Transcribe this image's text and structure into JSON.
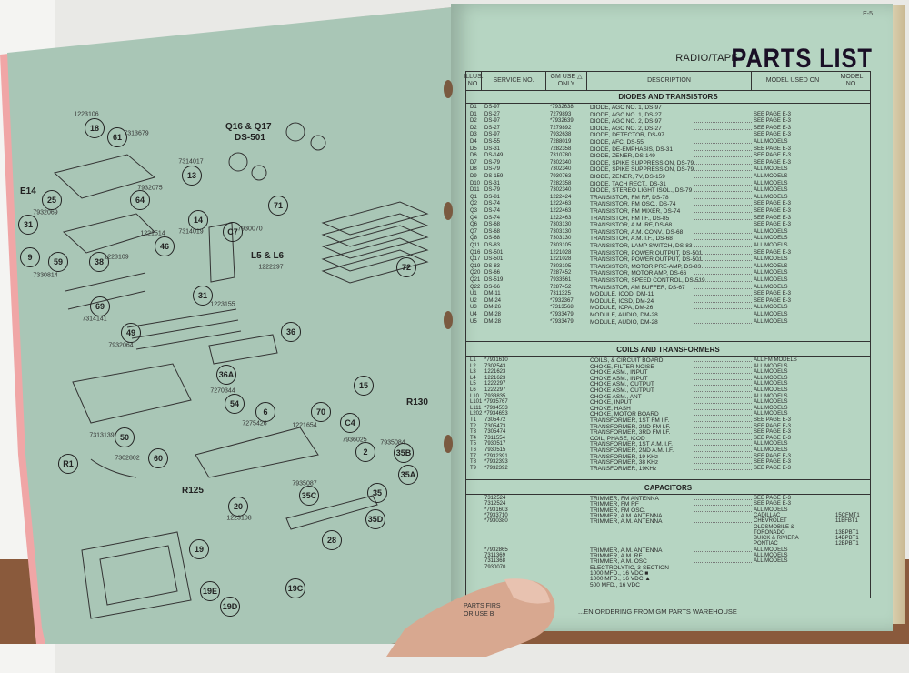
{
  "right_page": {
    "page_number": "E-5",
    "section": "RADIO/TAPE",
    "title": "PARTS LIST",
    "columns": [
      "ILLUS. NO.",
      "SERVICE NO.",
      "GM USE △ ONLY",
      "DESCRIPTION",
      "MODEL USED ON",
      "MODEL NO."
    ],
    "sections": [
      {
        "heading": "DIODES AND TRANSISTORS",
        "rows": [
          [
            "D1",
            "DS-97",
            "*7932638",
            "DIODE, AGC NO. 1, DS-97",
            "",
            ""
          ],
          [
            "D1",
            "DS-27",
            "7279893",
            "DIODE, AGC NO. 1, DS-27",
            "SEE PAGE E-3",
            ""
          ],
          [
            "D2",
            "DS-97",
            "*7932639",
            "DIODE, AGC NO. 2, DS-97",
            "SEE PAGE E-3",
            ""
          ],
          [
            "D2",
            "DS-27",
            "7279892",
            "DIODE, AGC NO. 2, DS-27",
            "SEE PAGE E-3",
            ""
          ],
          [
            "D3",
            "DS-97",
            "7932638",
            "DIODE, DETECTOR, DS-97",
            "SEE PAGE E-3",
            ""
          ],
          [
            "D4",
            "DS-55",
            "7288019",
            "DIODE, AFC, DS-55",
            "ALL MODELS",
            ""
          ],
          [
            "D5",
            "DS-31",
            "7282358",
            "DIODE, DE-EMPHASIS, DS-31",
            "SEE PAGE E-3",
            ""
          ],
          [
            "D6",
            "DS-149",
            "7310780",
            "DIODE, ZENER, DS-149",
            "SEE PAGE E-3",
            ""
          ],
          [
            "D7",
            "DS-79",
            "7302340",
            "DIODE, SPIKE SUPPRESSION, DS-79",
            "SEE PAGE E-3",
            ""
          ],
          [
            "D8",
            "DS-79",
            "7302340",
            "DIODE, SPIKE SUPPRESSION, DS-79",
            "ALL MODELS",
            ""
          ],
          [
            "D9",
            "DS-159",
            "7930763",
            "DIODE, ZENER, 7V, DS-159",
            "ALL MODELS",
            ""
          ],
          [
            "D10",
            "DS-31",
            "7282358",
            "DIODE, TACH RECT., DS-31",
            "ALL MODELS",
            ""
          ],
          [
            "D11",
            "DS-79",
            "7302340",
            "DIODE, STEREO LIGHT ISOL., DS-79",
            "ALL MODELS",
            ""
          ],
          [
            "Q1",
            "DS-81",
            "1222424",
            "TRANSISTOR, FM RF, DS-78",
            "ALL MODELS",
            ""
          ],
          [
            "Q2",
            "DS-74",
            "1222463",
            "TRANSISTOR, FM OSC., DS-74",
            "SEE PAGE E-3",
            ""
          ],
          [
            "Q3",
            "DS-74",
            "1222463",
            "TRANSISTOR, FM MIXER, DS-74",
            "SEE PAGE E-3",
            ""
          ],
          [
            "Q4",
            "DS-74",
            "1222463",
            "TRANSISTOR, FM I.F., DS-85",
            "SEE PAGE E-3",
            ""
          ],
          [
            "Q6",
            "DS-68",
            "7303130",
            "TRANSISTOR, A.M. RF, DS-68",
            "SEE PAGE E-3",
            ""
          ],
          [
            "Q7",
            "DS-68",
            "7303130",
            "TRANSISTOR, A.M. CONV., DS-68",
            "ALL MODELS",
            ""
          ],
          [
            "Q8",
            "DS-68",
            "7303130",
            "TRANSISTOR, A.M. I.F., DS-68",
            "ALL MODELS",
            ""
          ],
          [
            "Q11",
            "DS-83",
            "7303105",
            "TRANSISTOR, LAMP SWITCH, DS-83",
            "ALL MODELS",
            ""
          ],
          [
            "Q16",
            "DS-501",
            "1221028",
            "TRANSISTOR, POWER OUTPUT, DS-501",
            "SEE PAGE E-3",
            ""
          ],
          [
            "Q17",
            "DS-501",
            "1221028",
            "TRANSISTOR, POWER OUTPUT, DS-501",
            "ALL MODELS",
            ""
          ],
          [
            "Q19",
            "DS-83",
            "7303105",
            "TRANSISTOR, MOTOR PRE-AMP, DS-83",
            "ALL MODELS",
            ""
          ],
          [
            "Q20",
            "DS-66",
            "7287452",
            "TRANSISTOR, MOTOR AMP, DS-66",
            "ALL MODELS",
            ""
          ],
          [
            "Q21",
            "DS-519",
            "7933561",
            "TRANSISTOR, SPEED CONTROL, DS-519",
            "ALL MODELS",
            ""
          ],
          [
            "Q22",
            "DS-66",
            "7287452",
            "TRANSISTOR, AM BUFFER, DS-67",
            "ALL MODELS",
            ""
          ],
          [
            "U1",
            "DM-11",
            "7311325",
            "MODULE, ICOD, DM-11",
            "SEE PAGE E-3",
            ""
          ],
          [
            "U2",
            "DM-24",
            "*7932367",
            "MODULE, ICSD, DM-24",
            "SEE PAGE E-3",
            ""
          ],
          [
            "U3",
            "DM-26",
            "*7313568",
            "MODULE, ICPA, DM-26",
            "ALL MODELS",
            ""
          ],
          [
            "U4",
            "DM-28",
            "*7933479",
            "MODULE, AUDIO, DM-28",
            "ALL MODELS",
            ""
          ],
          [
            "U5",
            "DM-28",
            "*7933479",
            "MODULE, AUDIO, DM-28",
            "ALL MODELS",
            ""
          ]
        ]
      },
      {
        "heading": "COILS AND TRANSFORMERS",
        "rows": [
          [
            "L1",
            "*7931610",
            "",
            "COILS, & CIRCUIT BOARD",
            "ALL FM MODELS",
            ""
          ],
          [
            "L2",
            "7302543",
            "",
            "CHOKE, FILTER NOISE",
            "ALL MODELS",
            ""
          ],
          [
            "L3",
            "1221623",
            "",
            "CHOKE ASM., INPUT",
            "ALL MODELS",
            ""
          ],
          [
            "L4",
            "1221623",
            "",
            "CHOKE ASM., INPUT",
            "ALL MODELS",
            ""
          ],
          [
            "L5",
            "1222297",
            "",
            "CHOKE ASM., OUTPUT",
            "ALL MODELS",
            ""
          ],
          [
            "L6",
            "1222297",
            "",
            "CHOKE ASM., OUTPUT",
            "ALL MODELS",
            ""
          ],
          [
            "L10",
            "7933835",
            "",
            "CHOKE ASM., ANT",
            "ALL MODELS",
            ""
          ],
          [
            "L101",
            "*7935767",
            "",
            "CHOKE, INPUT",
            "ALL MODELS",
            ""
          ],
          [
            "L111",
            "*7934553",
            "",
            "CHOKE, HASH",
            "ALL MODELS",
            ""
          ],
          [
            "L202",
            "*7934653",
            "",
            "CHOKE, MOTOR BOARD",
            "ALL MODELS",
            ""
          ],
          [
            "T1",
            "7305472",
            "",
            "TRANSFORMER, 1ST FM I.F.",
            "SEE PAGE E-3",
            ""
          ],
          [
            "T2",
            "7305473",
            "",
            "TRANSFORMER, 2ND FM I.F.",
            "SEE PAGE E-3",
            ""
          ],
          [
            "T3",
            "7305474",
            "",
            "TRANSFORMER, 3RD FM I.F.",
            "SEE PAGE E-3",
            ""
          ],
          [
            "T4",
            "7311554",
            "",
            "COIL, PHASE, ICOD",
            "SEE PAGE E-3",
            ""
          ],
          [
            "T5",
            "7930517",
            "",
            "TRANSFORMER, 1ST A.M. I.F.",
            "ALL MODELS",
            ""
          ],
          [
            "T6",
            "7930515",
            "",
            "TRANSFORMER, 2ND A.M. I.F.",
            "ALL MODELS",
            ""
          ],
          [
            "T7",
            "*7932391",
            "",
            "TRANSFORMER, 19 KHz",
            "SEE PAGE E-3",
            ""
          ],
          [
            "T8",
            "*7932393",
            "",
            "TRANSFORMER, 38 KHz",
            "SEE PAGE E-3",
            ""
          ],
          [
            "T9",
            "*7932392",
            "",
            "TRANSFORMER, 19KHz",
            "SEE PAGE E-3",
            ""
          ]
        ]
      },
      {
        "heading": "CAPACITORS",
        "rows": [
          [
            "",
            "7312524",
            "",
            "TRIMMER, FM ANTENNA",
            "SEE PAGE E-3",
            ""
          ],
          [
            "",
            "7312524",
            "",
            "TRIMMER, FM RF",
            "SEE PAGE E-3",
            ""
          ],
          [
            "",
            "*7931603",
            "",
            "TRIMMER, FM OSC.",
            "ALL MODELS",
            ""
          ],
          [
            "",
            "*7933710",
            "",
            "TRIMMER, A.M. ANTENNA",
            "CADILLAC",
            "15CFMT1"
          ],
          [
            "",
            "*7930380",
            "",
            "TRIMMER, A.M. ANTENNA",
            "CHEVROLET",
            "11BFBT1"
          ],
          [
            "",
            "",
            "",
            "",
            "OLDSMOBILE &",
            ""
          ],
          [
            "",
            "",
            "",
            "",
            "TORONADO",
            "13BPBT1"
          ],
          [
            "",
            "",
            "",
            "",
            "BUICK & RIVIERA",
            "14BPBT1"
          ],
          [
            "",
            "",
            "",
            "",
            "PONTIAC",
            "12BPBT1"
          ],
          [
            "",
            "*7932865",
            "",
            "TRIMMER, A.M. ANTENNA",
            "ALL MODELS",
            ""
          ],
          [
            "",
            "7311369",
            "",
            "TRIMMER, A.M. RF",
            "ALL MODELS",
            ""
          ],
          [
            "",
            "7311368",
            "",
            "TRIMMER, A.M. OSC",
            "ALL MODELS",
            ""
          ],
          [
            "",
            "7930070",
            "",
            "ELECTROLYTIC, 3-SECTION",
            "",
            ""
          ],
          [
            "",
            "",
            "",
            "  1000 MFD., 16 VDC ■",
            "",
            ""
          ],
          [
            "",
            "",
            "",
            "  1000 MFD., 16 VDC ▲",
            "",
            ""
          ],
          [
            "",
            "",
            "",
            "  500 MFD., 16 VDC",
            "",
            ""
          ]
        ]
      }
    ],
    "footer": "...EN ORDERING FROM GM PARTS WAREHOUSE",
    "footer_left": [
      "PARTS FIRS",
      "OR USE B"
    ]
  },
  "left_page": {
    "labels": [
      "Q16 & Q17",
      "DS-501",
      "L5 & L6",
      "R130",
      "R125",
      "E14"
    ],
    "callouts": [
      {
        "n": "18",
        "pn": "1223106"
      },
      {
        "n": "61",
        "pn": "7313679"
      },
      {
        "n": "25",
        "pn": "7932069"
      },
      {
        "n": "64",
        "pn": "7932075"
      },
      {
        "n": "13",
        "pn": "7314017"
      },
      {
        "n": "14",
        "pn": "7314019"
      },
      {
        "n": "71",
        "pn": ""
      },
      {
        "n": "72",
        "pn": ""
      },
      {
        "n": "C7",
        "pn": "7930070"
      },
      {
        "n": "31",
        "pn": ""
      },
      {
        "n": "9",
        "pn": ""
      },
      {
        "n": "59",
        "pn": "7330814"
      },
      {
        "n": "38",
        "pn": "1223109"
      },
      {
        "n": "46",
        "pn": "1221514"
      },
      {
        "n": "31",
        "pn": "1223155"
      },
      {
        "n": "69",
        "pn": "7314141"
      },
      {
        "n": "49",
        "pn": "7932064"
      },
      {
        "n": "36",
        "pn": ""
      },
      {
        "n": "36A",
        "pn": ""
      },
      {
        "n": "54",
        "pn": "7270344"
      },
      {
        "n": "6",
        "pn": "7275426"
      },
      {
        "n": "70",
        "pn": "1221654"
      },
      {
        "n": "15",
        "pn": ""
      },
      {
        "n": "C4",
        "pn": ""
      },
      {
        "n": "2",
        "pn": "7936025"
      },
      {
        "n": "35B",
        "pn": "7935084"
      },
      {
        "n": "35A",
        "pn": ""
      },
      {
        "n": "50",
        "pn": "7313139"
      },
      {
        "n": "60",
        "pn": "7302802"
      },
      {
        "n": "R1",
        "pn": ""
      },
      {
        "n": "20",
        "pn": "1223108"
      },
      {
        "n": "35C",
        "pn": "7935087"
      },
      {
        "n": "35",
        "pn": ""
      },
      {
        "n": "35D",
        "pn": ""
      },
      {
        "n": "28",
        "pn": ""
      },
      {
        "n": "19",
        "pn": ""
      },
      {
        "n": "19E",
        "pn": ""
      },
      {
        "n": "19D",
        "pn": ""
      },
      {
        "n": "19C",
        "pn": ""
      }
    ],
    "label_L5_pn": "1222297"
  },
  "colors": {
    "page_green": "#b6d5c2",
    "left_page": "#a9c6b6",
    "pink_edge": "#f0a6a6",
    "table": "#8a5a3c",
    "title": "#1a0f26"
  }
}
